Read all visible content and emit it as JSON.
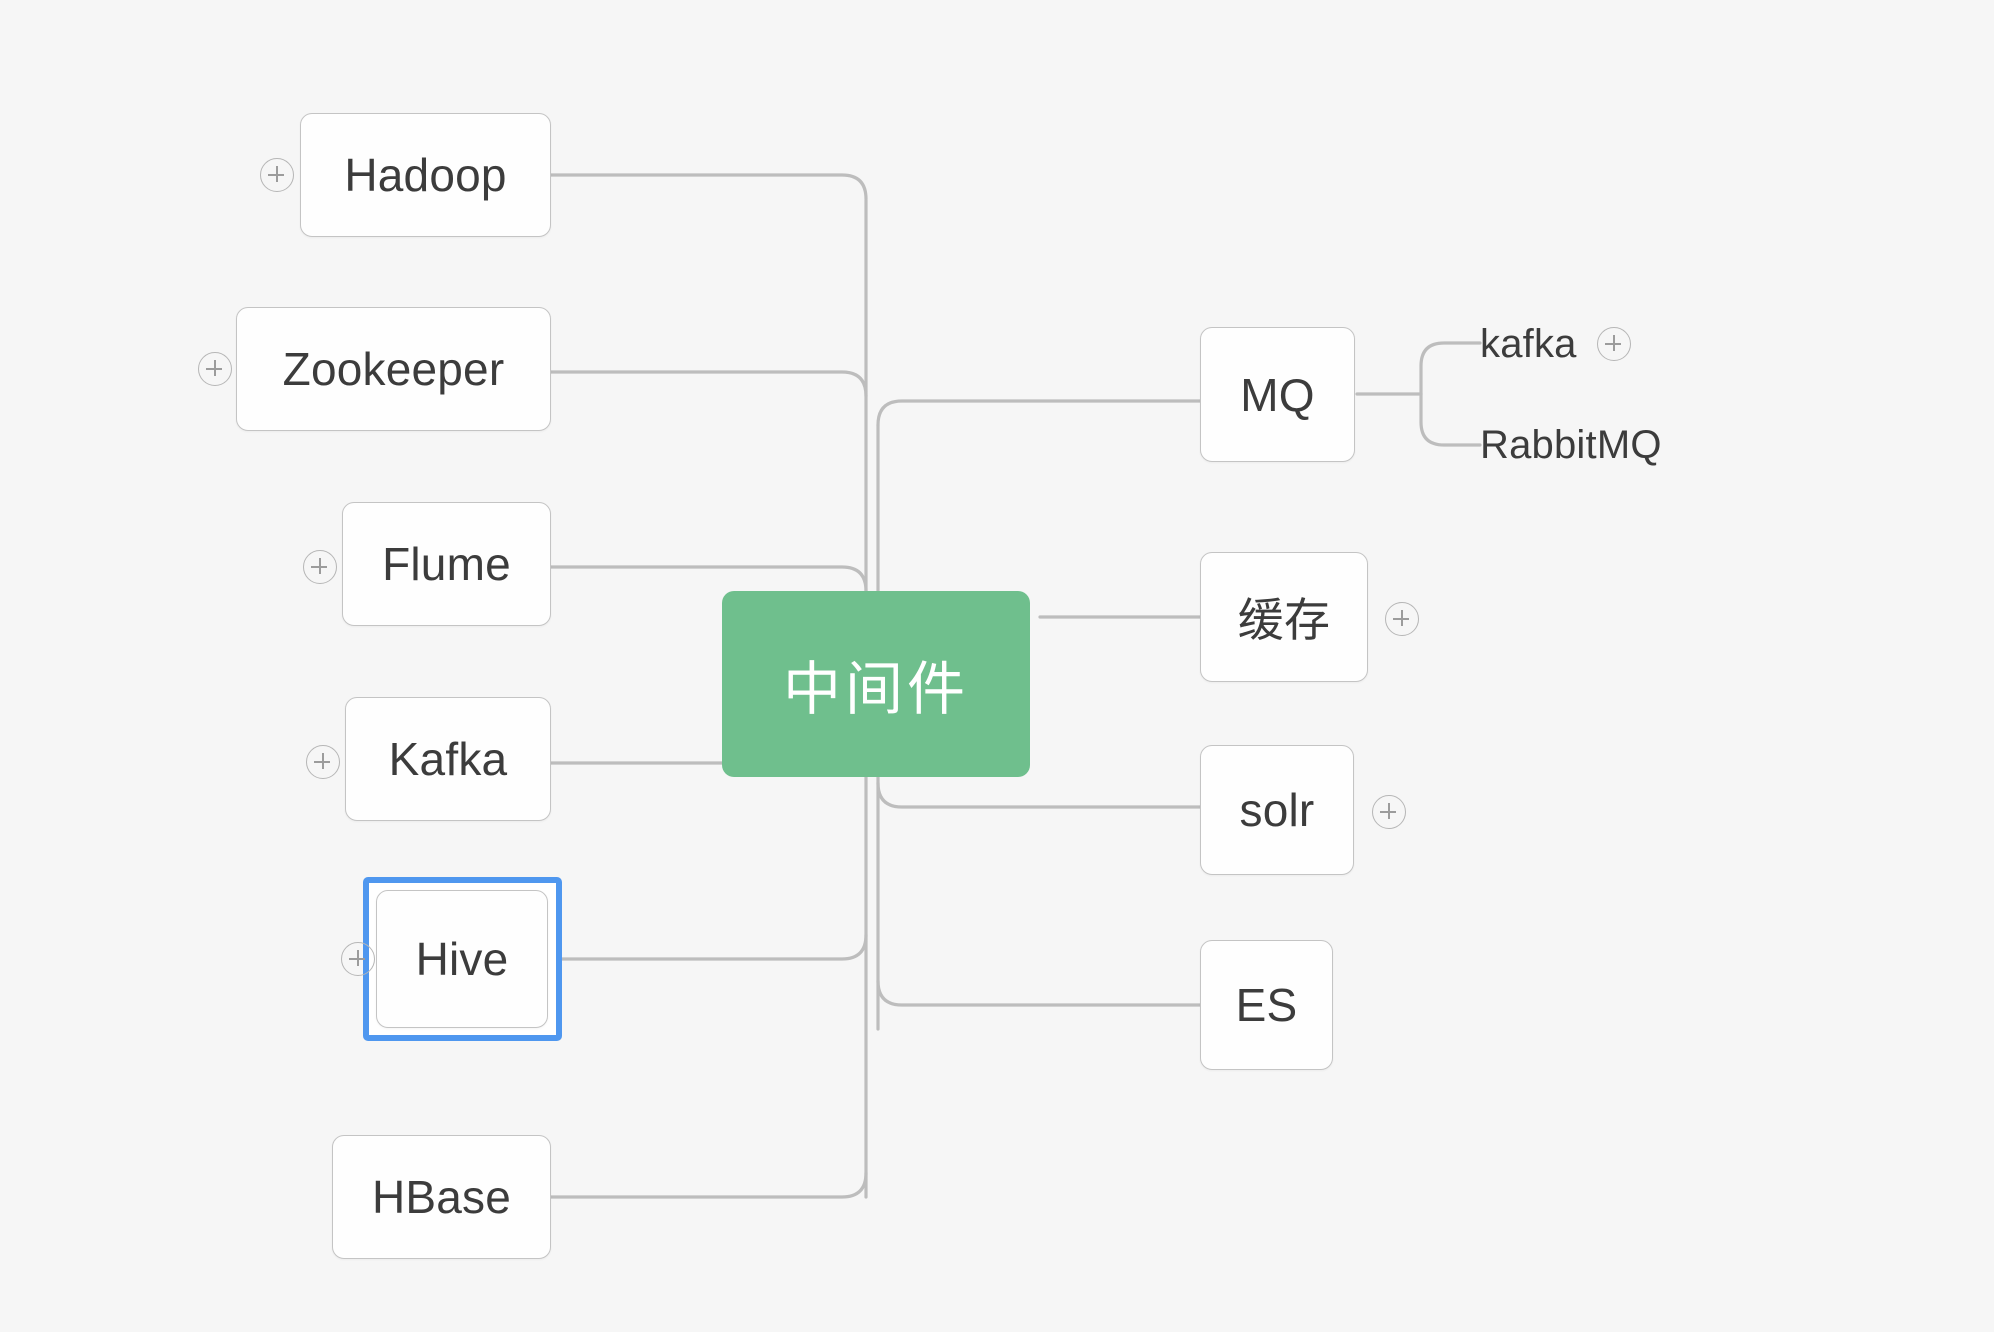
{
  "canvas": {
    "background": "#f6f6f6",
    "edge_color": "#bdbdbd",
    "root_color": "#6fbf8d",
    "selection_color": "#4f97ef",
    "node_border_color": "#c4c4c4",
    "node_fill": "#fefefe",
    "text_color": "#3c3c3c"
  },
  "mindmap": {
    "root": {
      "label": "中间件"
    },
    "left_branches": [
      {
        "label": "Hadoop",
        "expander": "plus-icon",
        "has_expander": true
      },
      {
        "label": "Zookeeper",
        "expander": "plus-icon",
        "has_expander": true
      },
      {
        "label": "Flume",
        "expander": "plus-icon",
        "has_expander": true
      },
      {
        "label": "Kafka",
        "expander": "plus-icon",
        "has_expander": true
      },
      {
        "label": "Hive",
        "expander": "plus-icon",
        "has_expander": true,
        "selected": true
      },
      {
        "label": "HBase",
        "has_expander": false
      }
    ],
    "right_branches": [
      {
        "label": "MQ",
        "has_expander": false,
        "children": [
          {
            "label": "kafka",
            "expander": "plus-icon",
            "has_expander": true
          },
          {
            "label": "RabbitMQ",
            "has_expander": false
          }
        ]
      },
      {
        "label": "缓存",
        "expander": "plus-icon",
        "has_expander": true
      },
      {
        "label": "solr",
        "expander": "plus-icon",
        "has_expander": true
      },
      {
        "label": "ES",
        "has_expander": false
      }
    ]
  }
}
